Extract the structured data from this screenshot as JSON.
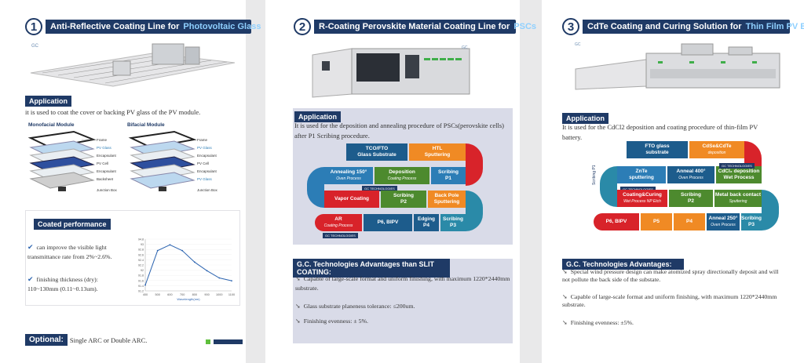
{
  "panel1": {
    "number": "1",
    "title": "Anti-Reflective Coating Line for",
    "title_highlight": "Photovoltaic Glass",
    "application_label": "Application",
    "application_text": "it is used to coat the cover or backing PV glass of the PV module.",
    "mono_label": "Monofacial Module",
    "bi_label": "Bifacial Module",
    "mono_layers": [
      "Frame",
      "PV Glass",
      "Encapsulant",
      "PV Cell",
      "Encapsulant",
      "Backsheet",
      "Junction Box"
    ],
    "bi_layers": [
      "Frame",
      "PV Glass",
      "Encapsulant",
      "PV Cell",
      "Encapsulant",
      "PV Glass",
      "Junction Box"
    ],
    "coated_label": "Coated performance",
    "bullets": [
      "can improve the visible light transmittance rate from 2%~2.6%.",
      "finishing thickness (dry): 110~130mm (0.11~0.13um)."
    ],
    "optional_label": "Optional:",
    "optional_text": "Single ARC or Double ARC.",
    "chart_data": {
      "type": "line",
      "title": "",
      "xlabel": "Wavelength(nm)",
      "ylabel": "",
      "x": [
        400,
        500,
        600,
        700,
        800,
        900,
        1000,
        1100
      ],
      "y": [
        91.6,
        94.0,
        94.4,
        94.0,
        93.2,
        92.6,
        92.1,
        91.9
      ],
      "xticks": [
        "400",
        "500",
        "600",
        "700",
        "800",
        "900",
        "1000",
        "1100"
      ],
      "yticks": [
        "91.2",
        "91.4",
        "91.6",
        "91.8",
        "92",
        "92.2",
        "92.4",
        "92.6",
        "92.8",
        "93",
        "94.8"
      ],
      "ylim": [
        91.2,
        94.8
      ]
    }
  },
  "panel2": {
    "number": "2",
    "title": "R-Coating Perovskite Material Coating Line for",
    "title_highlight": "PSCs",
    "application_label": "Application",
    "application_text": "It is used for the deposition and annealing procedure of PSCs(perovskite cells) after P1 Scribing procedure.",
    "flow": {
      "row1": [
        {
          "t": "TCO/FTO",
          "s": "Glass Substrate"
        },
        {
          "t": "HTL",
          "s": "Sputtering"
        }
      ],
      "row2": [
        {
          "t": "Annealing 150°",
          "s": "Oven Process"
        },
        {
          "t": "Deposition",
          "s": "Coating Process"
        },
        {
          "t": "Scribing",
          "s": "P1"
        }
      ],
      "row3": [
        {
          "t": "Vapor Coating",
          "s": ""
        },
        {
          "t": "Scribing",
          "s": "P2"
        },
        {
          "t": "Back Pole",
          "s": "Sputtering"
        }
      ],
      "row4": [
        {
          "t": "AR",
          "s": "Coating Process"
        },
        {
          "t": "P6, BIPV",
          "s": ""
        },
        {
          "t": "Edging",
          "s": "P4"
        },
        {
          "t": "Scribing",
          "s": "P3"
        }
      ],
      "tag": "GC TECHNOLOGIES"
    },
    "adv_label": "G.C. Technologies Advantages than SLIT COATING:",
    "adv": [
      "Capable of large-scale format and uniform finishing, with maximum 1220*2440mm substrate.",
      "Glass substrate planeness tolerance: ≤200um.",
      "Finishing evenness: ± 5%."
    ]
  },
  "panel3": {
    "number": "3",
    "title": "CdTe Coating and Curing Solution for",
    "title_highlight": "Thin Film PV Battery",
    "application_label": "Application",
    "application_text": "It is used for the CdCl2 deposition and coating procedure of thin-film PV battery.",
    "flow": {
      "row1": [
        {
          "t": "FTO glass",
          "s": "substrate"
        },
        {
          "t": "CdSe&CdTe",
          "s": "deposition"
        }
      ],
      "row2": [
        {
          "t": "ZnTe",
          "s": "sputtering"
        },
        {
          "t": "Anneal 400°",
          "s": "Oven Process"
        },
        {
          "t": "CdCl₂ deposition",
          "s": "Wet Process"
        }
      ],
      "row3": [
        {
          "t": "Coating&Curing",
          "s": "Wet Process NP Etch"
        },
        {
          "t": "Scribing",
          "s": "P2"
        },
        {
          "t": "Metal back contact",
          "s": "Sputtering"
        }
      ],
      "row4": [
        {
          "t": "P6, BIPV",
          "s": ""
        },
        {
          "t": "P5",
          "s": ""
        },
        {
          "t": "P4",
          "s": ""
        },
        {
          "t": "Anneal 250°",
          "s": "Oven Process"
        },
        {
          "t": "Scribing",
          "s": "P3"
        }
      ],
      "side": "Scribing P1",
      "tag": "GC TECHNOLOGIES"
    },
    "adv_label": "G.C. Technologies Advantages:",
    "adv": [
      "Special wind pressure design can make atomized spray directionally deposit and will not pollute the back side of the substate.",
      "Capable of large-scale format and uniform finishing, with maximum 1220*2440mm substrate.",
      "Finishing evenness: ±5%."
    ]
  },
  "colors": {
    "navy": "#1f3a66",
    "orange": "#f08a24",
    "blue": "#2c7db6",
    "green": "#4d8a2e",
    "red": "#d8232a"
  }
}
